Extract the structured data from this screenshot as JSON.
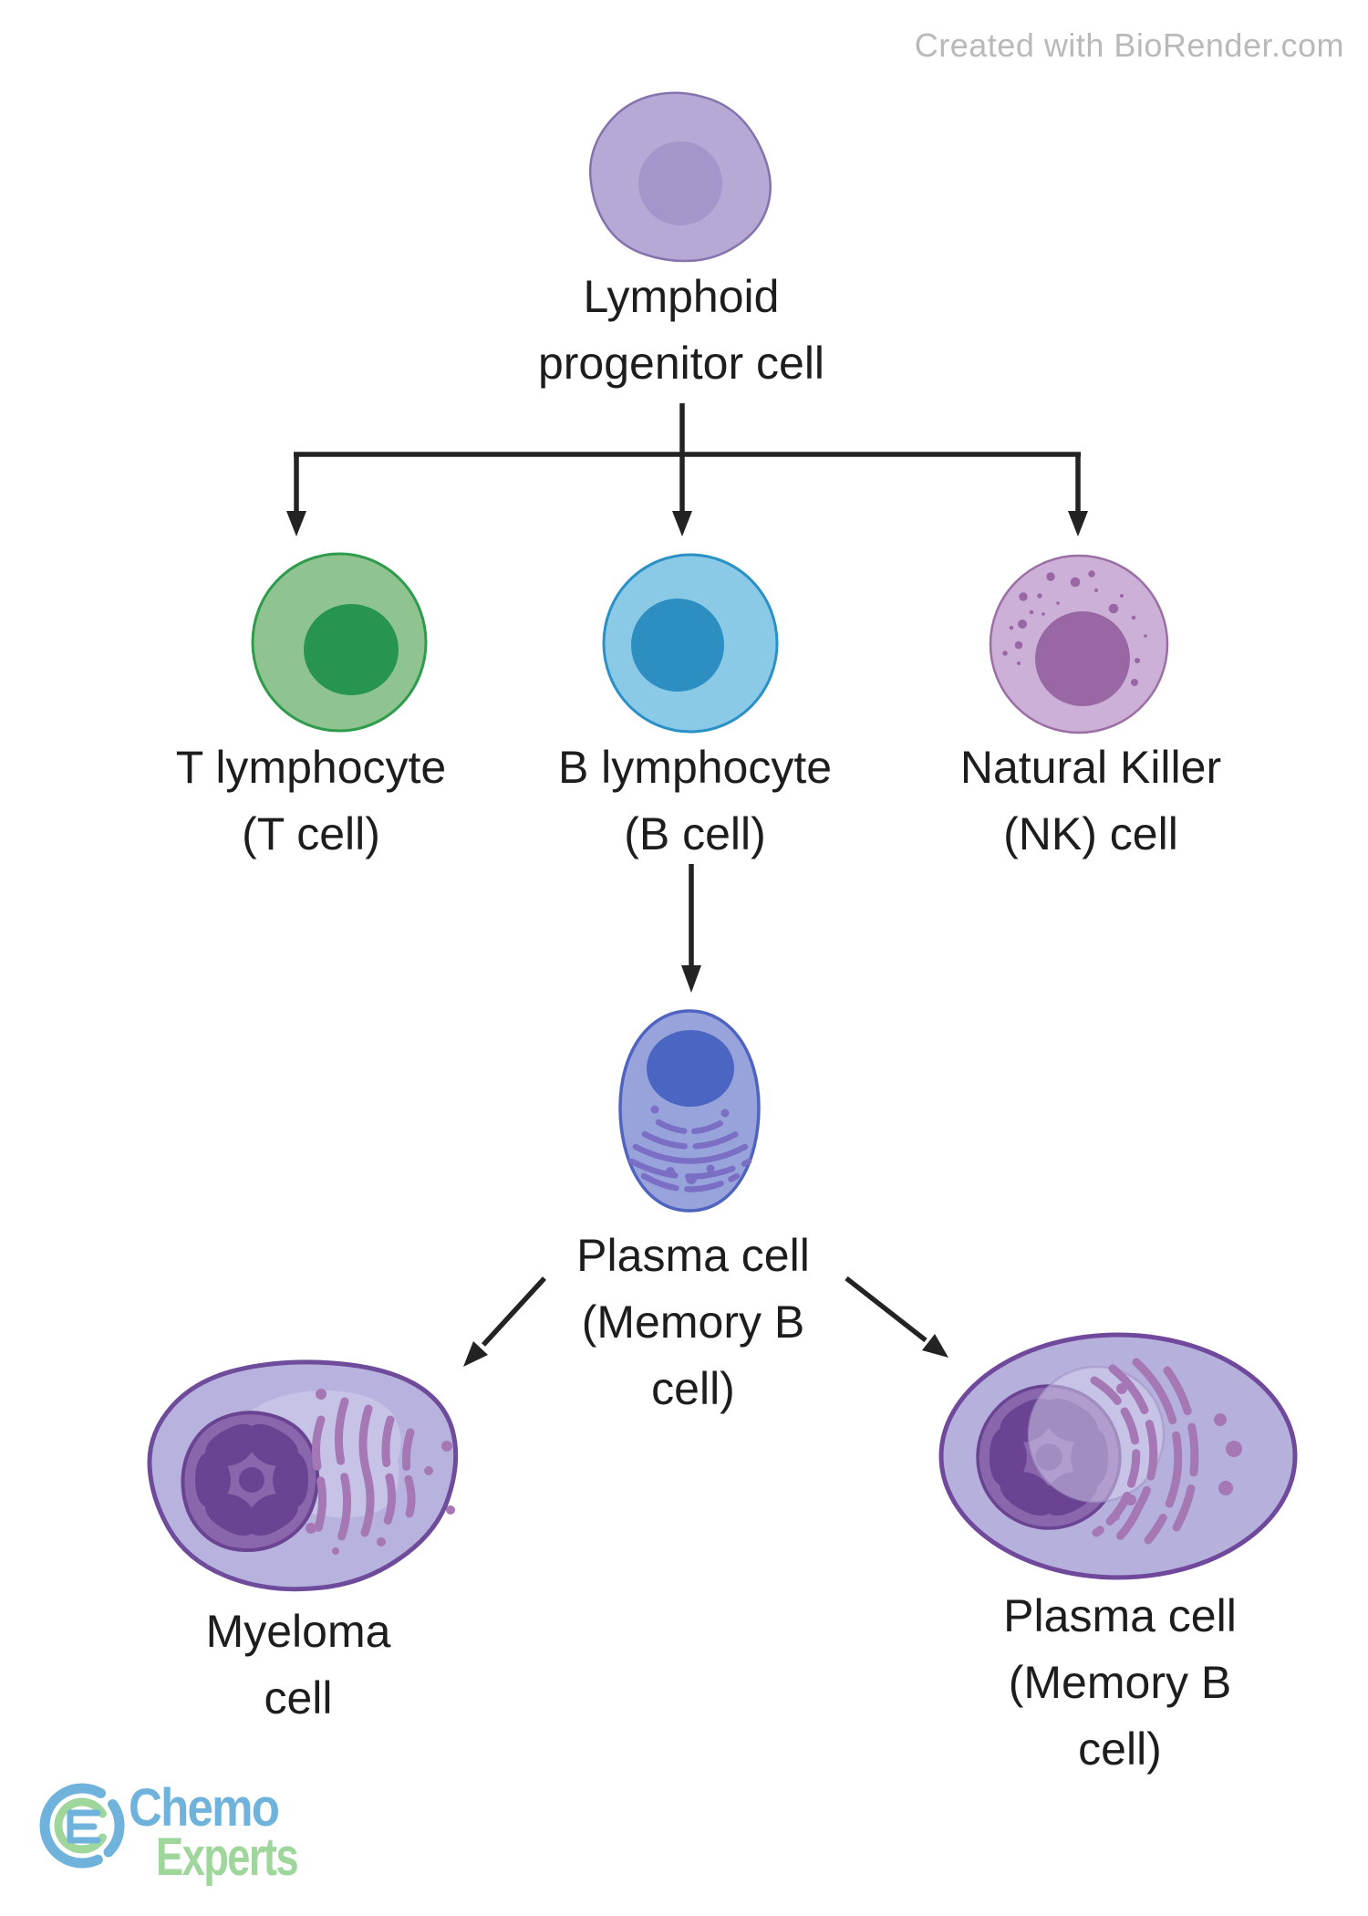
{
  "watermark": {
    "text": "Created with BioRender.com",
    "color": "#b9b9b9"
  },
  "text_color": "#1d1d1d",
  "arrows": {
    "color": "#232323"
  },
  "cells": {
    "progenitor": {
      "label_lines": [
        "Lymphoid",
        "progenitor cell"
      ],
      "body": "#b6a9d6",
      "nucleus": "#a496ca",
      "border": "#8672ad"
    },
    "t_cell": {
      "label_lines": [
        "T lymphocyte",
        "(T cell)"
      ],
      "body": "#8fc491",
      "nucleus": "#27954d",
      "border": "#2f9b4d"
    },
    "b_cell": {
      "label_lines": [
        "B lymphocyte",
        "(B cell)"
      ],
      "body": "#8acae7",
      "nucleus": "#2d8ec1",
      "border": "#2a90c5"
    },
    "nk_cell": {
      "label_lines": [
        "Natural Killer",
        "(NK) cell"
      ],
      "body": "#cdb0d7",
      "nucleus": "#9a67a5",
      "border": "#9b6fa6"
    },
    "plasma_intermediate": {
      "label_lines": [
        "Plasma cell",
        "(Memory B",
        "cell)"
      ],
      "body": "#98a3dc",
      "nucleus": "#4a66c2",
      "border": "#4f63c0",
      "er": "#7a6fc4"
    },
    "myeloma": {
      "label_lines": [
        "Myeloma",
        "cell"
      ],
      "body": "#b8b3de",
      "border": "#6f4b9b",
      "halo": "#c9c5e9",
      "nucleus": "#8a66ac",
      "nucleus_dark": "#6a4492",
      "er": "#a677b5"
    },
    "plasma_final": {
      "label_lines": [
        "Plasma cell",
        "(Memory B",
        "cell)"
      ],
      "body": "#b5b0dc",
      "border": "#70489c",
      "ghost": "#d9d5ef",
      "nucleus": "#8a66ac",
      "nucleus_dark": "#6a4492",
      "er": "#a677b5"
    }
  },
  "logo": {
    "word1": "Chemo",
    "word2": "Experts",
    "blue": "#6fb3dc",
    "green": "#9ed69b"
  }
}
